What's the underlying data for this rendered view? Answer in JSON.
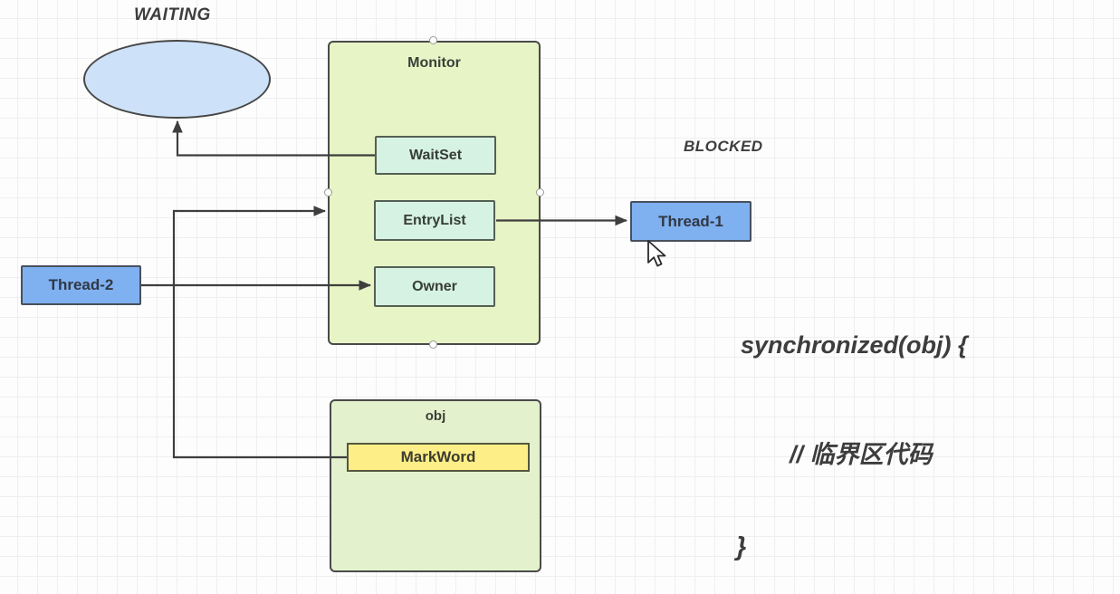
{
  "diagram": {
    "labels": {
      "waiting": "WAITING",
      "blocked": "BLOCKED"
    },
    "monitor": {
      "title": "Monitor",
      "fields": {
        "waitset": "WaitSet",
        "entrylist": "EntryList",
        "owner": "Owner"
      }
    },
    "object": {
      "title": "obj",
      "markword": "MarkWord"
    },
    "threads": {
      "thread1": "Thread-1",
      "thread2": "Thread-2"
    },
    "code": {
      "line1": "synchronized(obj) {",
      "line2": "// 临界区代码",
      "line3": "}"
    },
    "colors": {
      "monitor_fill": "#e7f4c6",
      "object_fill": "#e3f2cd",
      "field_fill": "#d6f2e2",
      "markword_fill": "#fdee87",
      "thread_fill": "#7fb0f0",
      "waiting_ellipse_fill": "#cde1f8",
      "connector": "#3e3e3e",
      "grid_line": "#efefef"
    },
    "icons": {
      "cursor": "mouse-cursor-icon",
      "connection_point": "connection-handle-icon"
    }
  }
}
